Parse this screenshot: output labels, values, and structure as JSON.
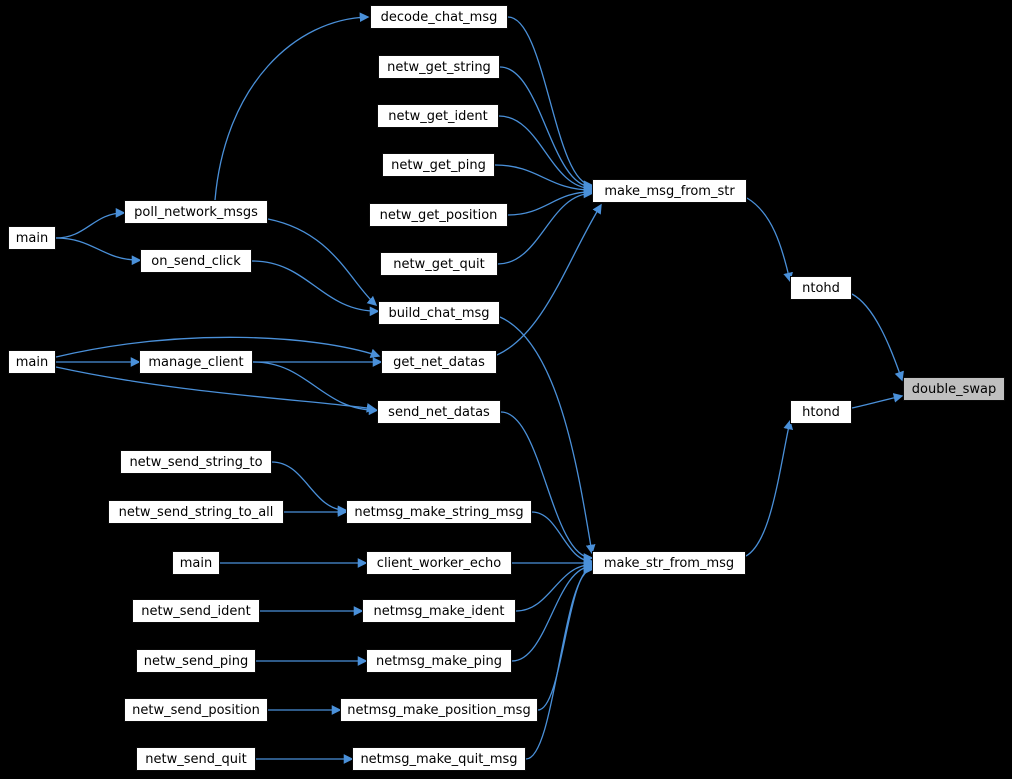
{
  "diagram": {
    "type": "call-graph",
    "highlighted_function": "double_swap",
    "colors": {
      "edge": "#4a90d9",
      "node_bg": "#ffffff",
      "node_border": "#0a0a0a",
      "highlight_node_bg": "#bfbfbf",
      "background": "#000000",
      "text": "#000000"
    },
    "nodes": [
      {
        "id": "main1",
        "label": "main",
        "highlighted": false
      },
      {
        "id": "poll_network_msgs",
        "label": "poll_network_msgs",
        "highlighted": false
      },
      {
        "id": "on_send_click",
        "label": "on_send_click",
        "highlighted": false
      },
      {
        "id": "decode_chat_msg",
        "label": "decode_chat_msg",
        "highlighted": false
      },
      {
        "id": "netw_get_string",
        "label": "netw_get_string",
        "highlighted": false
      },
      {
        "id": "netw_get_ident",
        "label": "netw_get_ident",
        "highlighted": false
      },
      {
        "id": "netw_get_ping",
        "label": "netw_get_ping",
        "highlighted": false
      },
      {
        "id": "netw_get_position",
        "label": "netw_get_position",
        "highlighted": false
      },
      {
        "id": "netw_get_quit",
        "label": "netw_get_quit",
        "highlighted": false
      },
      {
        "id": "make_msg_from_str",
        "label": "make_msg_from_str",
        "highlighted": false
      },
      {
        "id": "build_chat_msg",
        "label": "build_chat_msg",
        "highlighted": false
      },
      {
        "id": "main2",
        "label": "main",
        "highlighted": false
      },
      {
        "id": "manage_client",
        "label": "manage_client",
        "highlighted": false
      },
      {
        "id": "get_net_datas",
        "label": "get_net_datas",
        "highlighted": false
      },
      {
        "id": "send_net_datas",
        "label": "send_net_datas",
        "highlighted": false
      },
      {
        "id": "ntohd",
        "label": "ntohd",
        "highlighted": false
      },
      {
        "id": "htond",
        "label": "htond",
        "highlighted": false
      },
      {
        "id": "double_swap",
        "label": "double_swap",
        "highlighted": true
      },
      {
        "id": "netw_send_string_to",
        "label": "netw_send_string_to",
        "highlighted": false
      },
      {
        "id": "netw_send_string_to_all",
        "label": "netw_send_string_to_all",
        "highlighted": false
      },
      {
        "id": "netmsg_make_string_msg",
        "label": "netmsg_make_string_msg",
        "highlighted": false
      },
      {
        "id": "main3",
        "label": "main",
        "highlighted": false
      },
      {
        "id": "client_worker_echo",
        "label": "client_worker_echo",
        "highlighted": false
      },
      {
        "id": "make_str_from_msg",
        "label": "make_str_from_msg",
        "highlighted": false
      },
      {
        "id": "netw_send_ident",
        "label": "netw_send_ident",
        "highlighted": false
      },
      {
        "id": "netmsg_make_ident",
        "label": "netmsg_make_ident",
        "highlighted": false
      },
      {
        "id": "netw_send_ping",
        "label": "netw_send_ping",
        "highlighted": false
      },
      {
        "id": "netmsg_make_ping",
        "label": "netmsg_make_ping",
        "highlighted": false
      },
      {
        "id": "netw_send_position",
        "label": "netw_send_position",
        "highlighted": false
      },
      {
        "id": "netmsg_make_position_msg",
        "label": "netmsg_make_position_msg",
        "highlighted": false
      },
      {
        "id": "netw_send_quit",
        "label": "netw_send_quit",
        "highlighted": false
      },
      {
        "id": "netmsg_make_quit_msg",
        "label": "netmsg_make_quit_msg",
        "highlighted": false
      }
    ],
    "edges": [
      {
        "from": "main1",
        "to": "poll_network_msgs"
      },
      {
        "from": "main1",
        "to": "on_send_click"
      },
      {
        "from": "poll_network_msgs",
        "to": "decode_chat_msg"
      },
      {
        "from": "poll_network_msgs",
        "to": "build_chat_msg"
      },
      {
        "from": "on_send_click",
        "to": "build_chat_msg"
      },
      {
        "from": "decode_chat_msg",
        "to": "make_msg_from_str"
      },
      {
        "from": "netw_get_string",
        "to": "make_msg_from_str"
      },
      {
        "from": "netw_get_ident",
        "to": "make_msg_from_str"
      },
      {
        "from": "netw_get_ping",
        "to": "make_msg_from_str"
      },
      {
        "from": "netw_get_position",
        "to": "make_msg_from_str"
      },
      {
        "from": "netw_get_quit",
        "to": "make_msg_from_str"
      },
      {
        "from": "get_net_datas",
        "to": "make_msg_from_str"
      },
      {
        "from": "build_chat_msg",
        "to": "make_str_from_msg"
      },
      {
        "from": "main2",
        "to": "manage_client"
      },
      {
        "from": "main2",
        "to": "get_net_datas"
      },
      {
        "from": "main2",
        "to": "send_net_datas"
      },
      {
        "from": "manage_client",
        "to": "get_net_datas"
      },
      {
        "from": "manage_client",
        "to": "send_net_datas"
      },
      {
        "from": "send_net_datas",
        "to": "make_str_from_msg"
      },
      {
        "from": "netw_send_string_to",
        "to": "netmsg_make_string_msg"
      },
      {
        "from": "netw_send_string_to_all",
        "to": "netmsg_make_string_msg"
      },
      {
        "from": "netmsg_make_string_msg",
        "to": "make_str_from_msg"
      },
      {
        "from": "main3",
        "to": "client_worker_echo"
      },
      {
        "from": "client_worker_echo",
        "to": "make_str_from_msg"
      },
      {
        "from": "netw_send_ident",
        "to": "netmsg_make_ident"
      },
      {
        "from": "netmsg_make_ident",
        "to": "make_str_from_msg"
      },
      {
        "from": "netw_send_ping",
        "to": "netmsg_make_ping"
      },
      {
        "from": "netmsg_make_ping",
        "to": "make_str_from_msg"
      },
      {
        "from": "netw_send_position",
        "to": "netmsg_make_position_msg"
      },
      {
        "from": "netmsg_make_position_msg",
        "to": "make_str_from_msg"
      },
      {
        "from": "netw_send_quit",
        "to": "netmsg_make_quit_msg"
      },
      {
        "from": "netmsg_make_quit_msg",
        "to": "make_str_from_msg"
      },
      {
        "from": "make_msg_from_str",
        "to": "ntohd"
      },
      {
        "from": "make_str_from_msg",
        "to": "htond"
      },
      {
        "from": "ntohd",
        "to": "double_swap"
      },
      {
        "from": "htond",
        "to": "double_swap"
      }
    ]
  }
}
